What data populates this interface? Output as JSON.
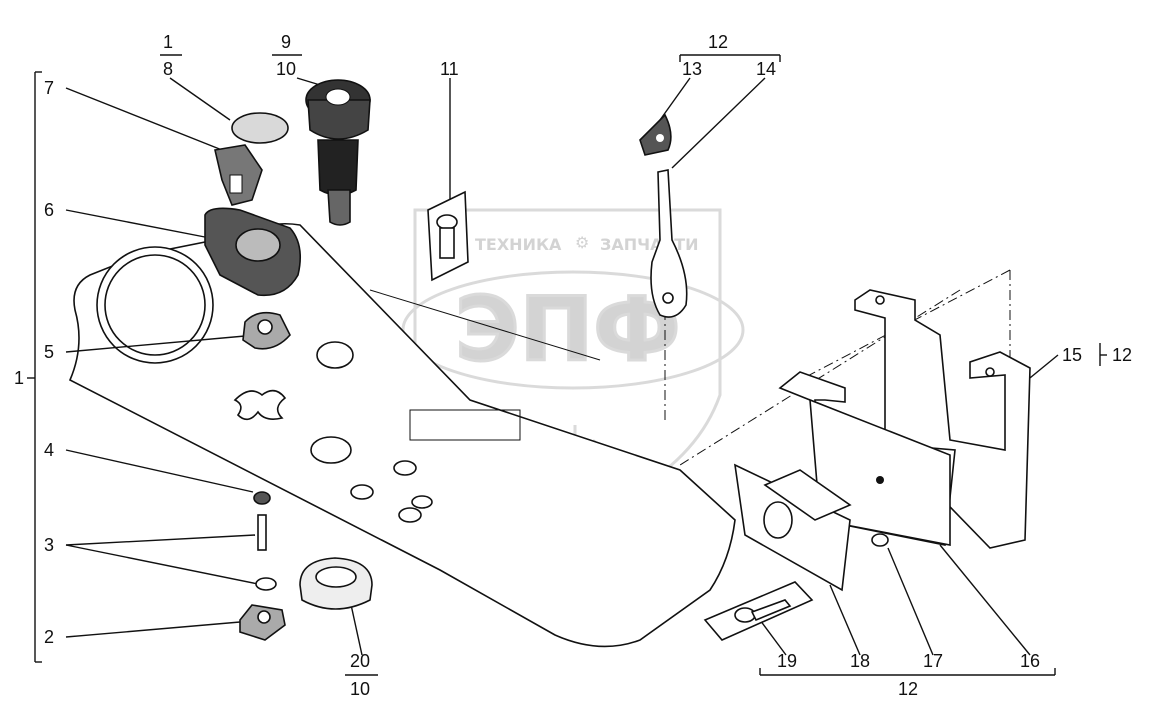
{
  "watermark": {
    "brand_left": "ТЕХНИКА",
    "brand_right": "ЗАПЧАСТИ",
    "logo_letters": "ЭПФ"
  },
  "labels": {
    "n1_top": "1",
    "n8_bottom": "8",
    "n9_top": "9",
    "n10_bottom": "10",
    "n11": "11",
    "n12_top": "12",
    "n13": "13",
    "n14": "14",
    "n7": "7",
    "n6": "6",
    "n5": "5",
    "n4": "4",
    "n3": "3",
    "n2": "2",
    "n1_side": "1",
    "n15": "15",
    "n12_right": "12",
    "n20_top": "20",
    "n10_low": "10",
    "n19": "19",
    "n18": "18",
    "n17": "17",
    "n16": "16",
    "n12_bottom": "12"
  }
}
